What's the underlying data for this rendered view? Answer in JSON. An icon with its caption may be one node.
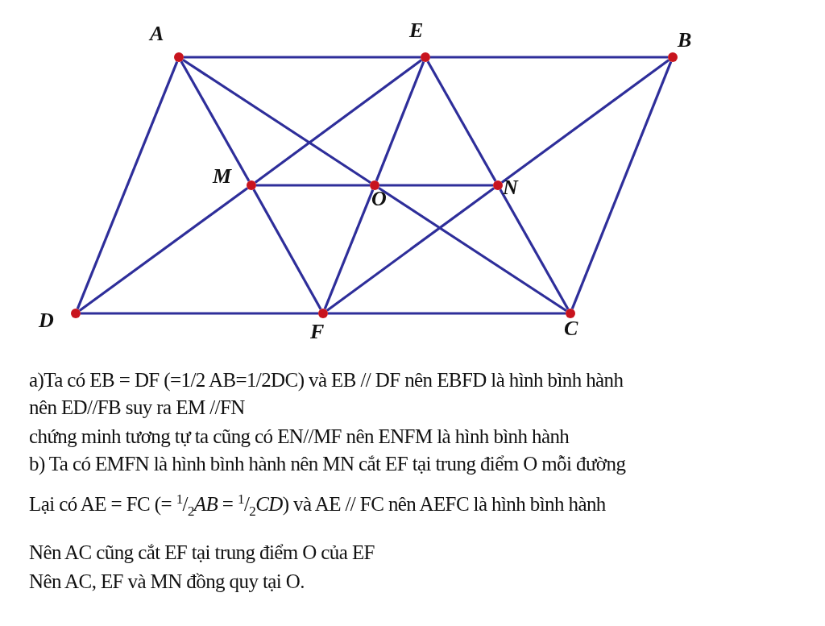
{
  "diagram": {
    "nodes": [
      {
        "text": [
          "A"
        ]
      },
      {
        "text": [
          "E"
        ]
      },
      {
        "text": [
          "B"
        ]
      },
      {
        "text": [
          "M"
        ]
      },
      {
        "text": [
          "O"
        ]
      },
      {
        "text": [
          "N"
        ]
      },
      {
        "text": [
          "D"
        ]
      },
      {
        "text": [
          "F"
        ]
      },
      {
        "text": [
          "C"
        ]
      }
    ],
    "edges": [
      {
        "from": 0,
        "to": 1,
        "arrow": "none"
      },
      {
        "from": 1,
        "to": 2,
        "arrow": "none"
      },
      {
        "from": 6,
        "to": 7,
        "arrow": "none"
      },
      {
        "from": 7,
        "to": 8,
        "arrow": "none"
      },
      {
        "from": 0,
        "to": 6,
        "arrow": "none"
      },
      {
        "from": 2,
        "to": 8,
        "arrow": "none"
      },
      {
        "from": 0,
        "to": 3,
        "arrow": "none"
      },
      {
        "from": 3,
        "to": 7,
        "arrow": "none"
      },
      {
        "from": 1,
        "to": 3,
        "arrow": "none"
      },
      {
        "from": 3,
        "to": 6,
        "arrow": "none"
      },
      {
        "from": 1,
        "to": 4,
        "arrow": "none"
      },
      {
        "from": 4,
        "to": 7,
        "arrow": "none"
      },
      {
        "from": 1,
        "to": 5,
        "arrow": "none"
      },
      {
        "from": 5,
        "to": 8,
        "arrow": "none"
      },
      {
        "from": 2,
        "to": 5,
        "arrow": "none"
      },
      {
        "from": 5,
        "to": 7,
        "arrow": "none"
      },
      {
        "from": 3,
        "to": 4,
        "arrow": "none"
      },
      {
        "from": 4,
        "to": 5,
        "arrow": "none"
      },
      {
        "from": 0,
        "to": 4,
        "arrow": "none"
      },
      {
        "from": 4,
        "to": 8,
        "arrow": "none"
      }
    ],
    "labels": [
      "a)Ta có EB = DF (=1/2 AB=1/2DC) và EB // DF nên EBFD là hình bình hành",
      "nên ED//FB suy ra EM //FN",
      "chứng minh tương tự ta cũng có EN//MF nên ENFM là hình bình hành",
      "b) Ta có EMFN là hình bình hành nên MN cắt EF tại trung điểm O mỗi đường",
      "Lại có AE = FC (= $^{1}$/$_{2}$*AB* = $^{1}$/$_{2}$*CD*)  và AE // FC nên AEFC là hình bình hành",
      "Nên AC cũng cắt EF tại trung điểm O của EF",
      "Nên AC, EF và MN đồng quy tại O."
    ]
  }
}
